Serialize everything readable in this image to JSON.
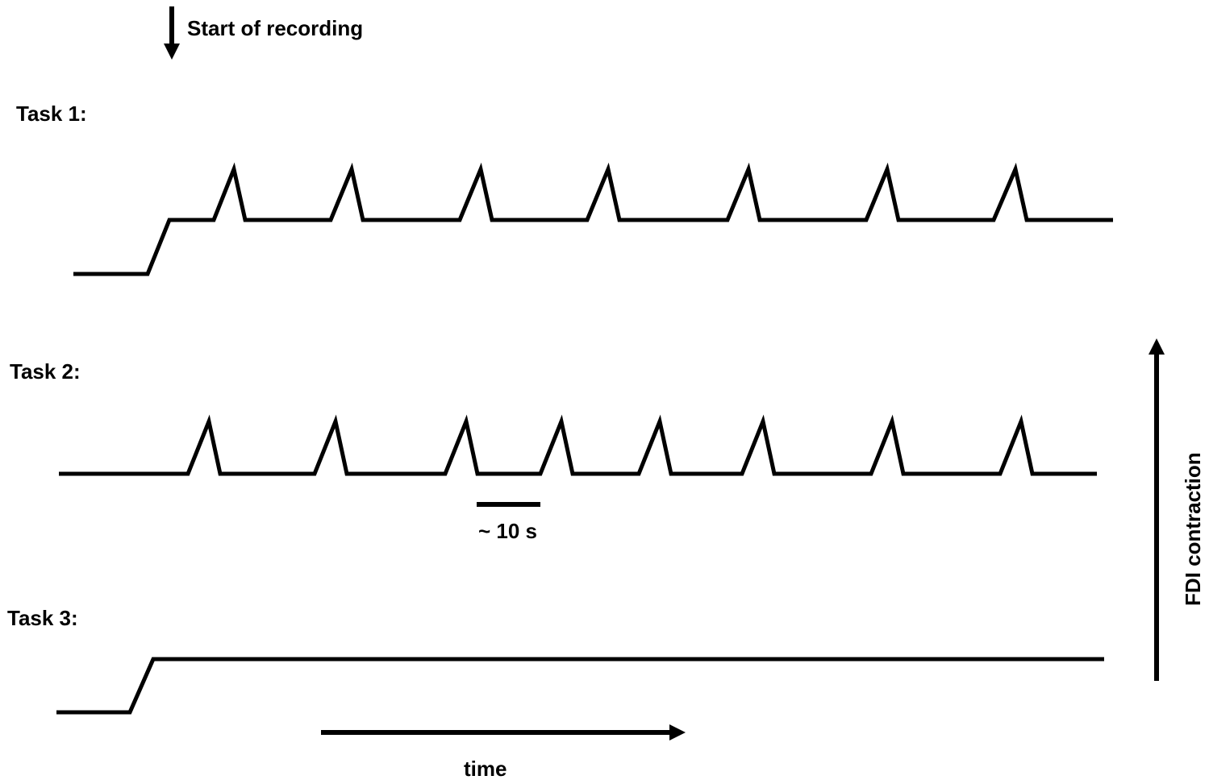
{
  "annotations": {
    "start_of_recording": "Start of recording",
    "scale_bar": "~ 10 s",
    "time_axis": "time",
    "force_axis": "FDI contraction"
  },
  "tasks": [
    {
      "label": "Task 1:"
    },
    {
      "label": "Task 2:"
    },
    {
      "label": "Task 3:"
    }
  ],
  "colors": {
    "ink": "#000000",
    "background": "#ffffff"
  }
}
